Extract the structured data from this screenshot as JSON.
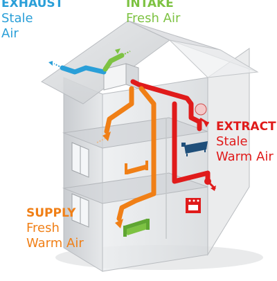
{
  "labels": {
    "exhaust": {
      "line1": "EXHAUST",
      "line2": "Stale",
      "line3": "Air",
      "color": "#2a9fd8"
    },
    "intake": {
      "line1": "INTAKE",
      "line2": "Fresh Air",
      "color": "#7dc242"
    },
    "extract": {
      "line1": "EXTRACT",
      "line2": "Stale",
      "line3": "Warm Air",
      "color": "#e01b1b"
    },
    "supply": {
      "line1": "SUPPLY",
      "line2": "Fresh",
      "line3": "Warm Air",
      "color": "#f07f16"
    }
  },
  "ducts": [
    {
      "name": "exhaust-duct",
      "color": "#2a9fd8"
    },
    {
      "name": "intake-duct",
      "color": "#7dc242"
    },
    {
      "name": "extract-duct",
      "color": "#e01b1b"
    },
    {
      "name": "supply-duct",
      "color": "#f07f16"
    }
  ],
  "icons": [
    "house-icon",
    "bed-icon",
    "bathtub-icon",
    "sofa-icon",
    "stove-icon",
    "window-icon",
    "vent-unit-icon"
  ]
}
